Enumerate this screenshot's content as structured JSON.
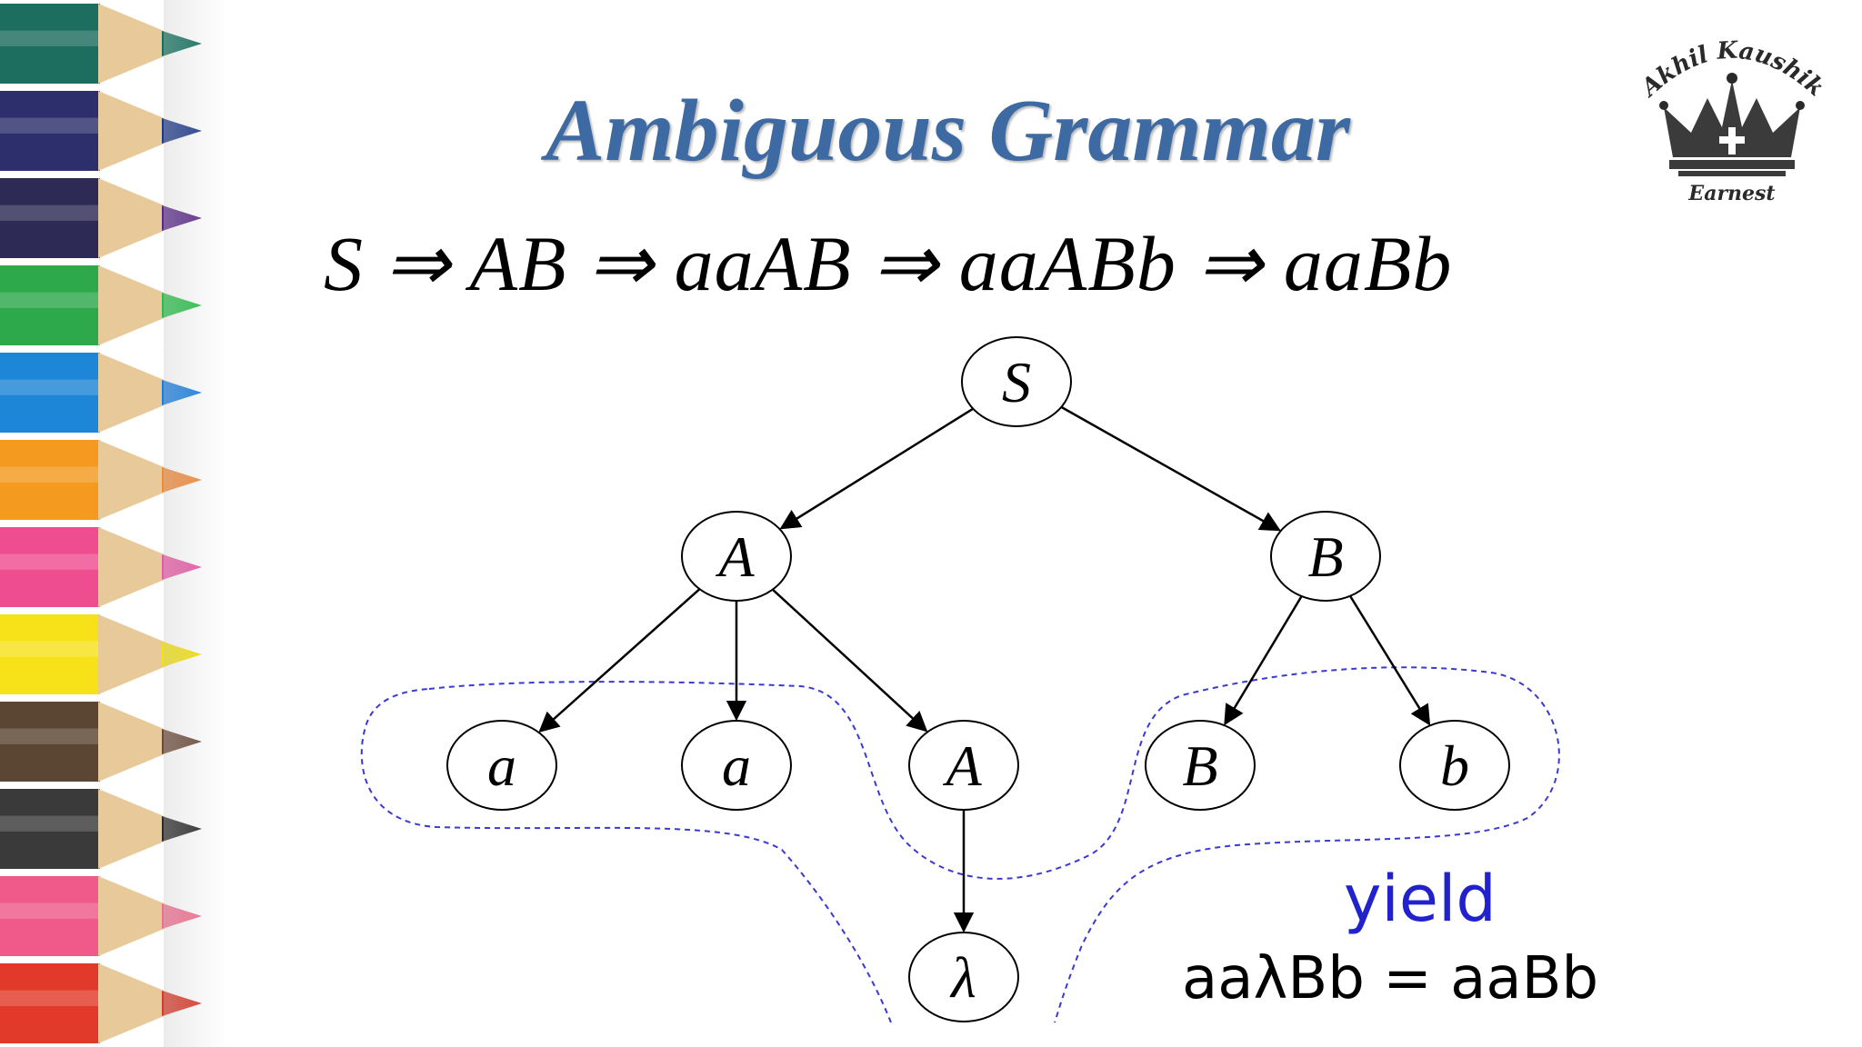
{
  "slide": {
    "title": "Ambiguous Grammar",
    "derivation": "S ⇒ AB ⇒ aaAB ⇒ aaABb ⇒ aaBb",
    "yield_label": "yield",
    "yield_equation": "aaλBb = aaBb"
  },
  "logo": {
    "name": "Akhil Kaushik",
    "tagline": "Earnest",
    "icon": "crown-icon"
  },
  "tree": {
    "nodes": [
      {
        "id": "S",
        "label": "S"
      },
      {
        "id": "A1",
        "label": "A"
      },
      {
        "id": "B1",
        "label": "B"
      },
      {
        "id": "a1",
        "label": "a"
      },
      {
        "id": "a2",
        "label": "a"
      },
      {
        "id": "A2",
        "label": "A"
      },
      {
        "id": "B2",
        "label": "B"
      },
      {
        "id": "b1",
        "label": "b"
      },
      {
        "id": "lambda",
        "label": "λ"
      }
    ],
    "edges": [
      [
        "S",
        "A1"
      ],
      [
        "S",
        "B1"
      ],
      [
        "A1",
        "a1"
      ],
      [
        "A1",
        "a2"
      ],
      [
        "A1",
        "A2"
      ],
      [
        "B1",
        "B2"
      ],
      [
        "B1",
        "b1"
      ],
      [
        "A2",
        "lambda"
      ]
    ]
  },
  "colors": {
    "title": "#3d6aa3",
    "yield_label": "#2222cc",
    "outline": "#3a3ad0",
    "pencils": [
      "#1d6e5e",
      "#2c2f6b",
      "#2d2a55",
      "#2da84a",
      "#1e86d6",
      "#f39a1f",
      "#ee4d8f",
      "#f7e21a",
      "#5b4633",
      "#3a3a3a",
      "#f05a8a",
      "#e23a2a"
    ],
    "pencil_tips": [
      "#12705e",
      "#1d3a8a",
      "#5a2a8a",
      "#2abf4a",
      "#1a7ee0",
      "#f08a3a",
      "#e85aa8",
      "#f2e010",
      "#6b4a3a",
      "#2a2a2a",
      "#f07090",
      "#d8392a"
    ]
  }
}
